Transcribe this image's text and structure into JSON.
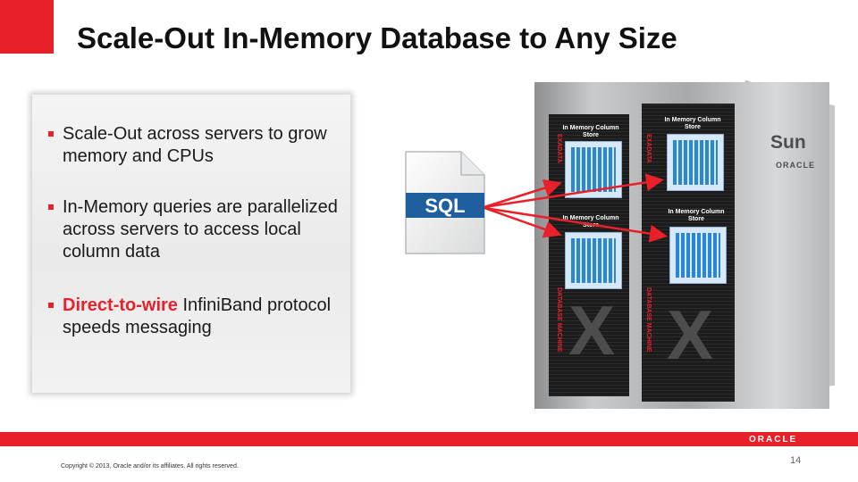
{
  "slide": {
    "title": "Scale-Out In-Memory Database to Any Size",
    "page_number": "14",
    "copyright": "Copyright © 2013, Oracle and/or its affiliates. All rights reserved.",
    "brand_color": "#e8202a"
  },
  "bullets": [
    {
      "text": "Scale-Out across servers to grow memory and CPUs"
    },
    {
      "text": "In-Memory queries are parallelized across servers to access local column data"
    },
    {
      "highlight": "Direct-to-wire",
      "text": " InfiniBand protocol speeds messaging"
    }
  ],
  "diagram": {
    "sql_label": "SQL",
    "column_store_label": "In Memory Column Store",
    "rack_label_top": "EXADATA",
    "rack_label_side": "DATABASE MACHINE",
    "rack_mark": "X",
    "sun_logo_text": "Sun",
    "oracle_small_text": "ORACLE"
  },
  "footer": {
    "oracle_logo_text": "ORACLE"
  }
}
